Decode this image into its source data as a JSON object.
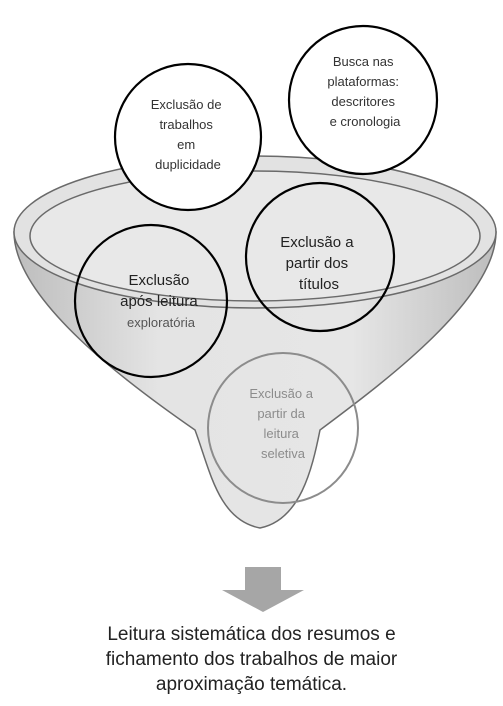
{
  "funnel": {
    "steps": [
      {
        "lines": [
          "Busca nas",
          "plataformas:",
          "descritores",
          "e cronologia"
        ],
        "text_color": "#333333"
      },
      {
        "lines": [
          "Exclusão de",
          "trabalhos",
          "em",
          "duplicidade"
        ],
        "text_color": "#333333"
      },
      {
        "lines": [
          "Exclusão a",
          "partir dos",
          "títulos"
        ],
        "text_color": "#222222"
      },
      {
        "lines": [
          "Exclusão",
          "após leitura",
          "exploratória"
        ],
        "text_color": "#222222"
      },
      {
        "lines": [
          "Exclusão a",
          "partir da",
          "leitura",
          "seletiva"
        ],
        "text_color": "#8c8c8c"
      }
    ],
    "funnel_fill": "#e2e2e2",
    "arrow_color": "#a6a6a6"
  },
  "caption": {
    "lines": [
      "Leitura sistemática dos resumos e",
      "fichamento dos trabalhos de maior",
      "aproximação temática."
    ]
  }
}
